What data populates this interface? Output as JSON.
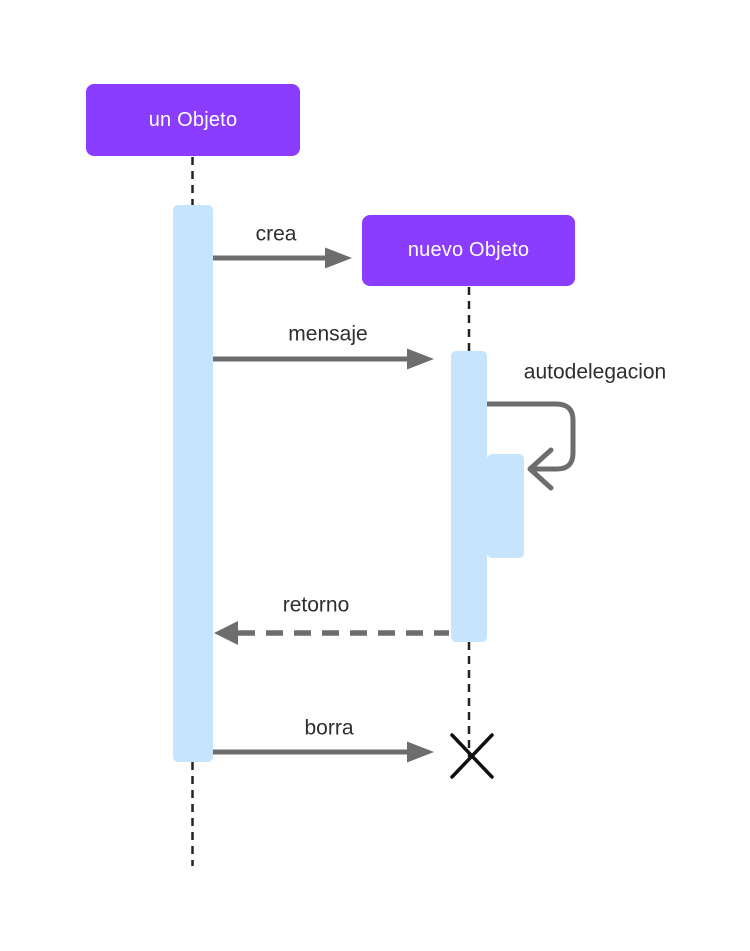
{
  "diagram": {
    "type": "uml-sequence-diagram",
    "actors": {
      "a": {
        "label": "un Objeto"
      },
      "b": {
        "label": "nuevo Objeto"
      }
    },
    "messages": {
      "crea": {
        "label": "crea",
        "style": "solid-arrow"
      },
      "mensaje": {
        "label": "mensaje",
        "style": "solid-arrow"
      },
      "autodelegacion": {
        "label": "autodelegacion",
        "style": "self-call-loop"
      },
      "retorno": {
        "label": "retorno",
        "style": "dashed-return-arrow"
      },
      "borra": {
        "label": "borra",
        "style": "solid-arrow-to-destruction"
      }
    },
    "colors": {
      "actor_fill": "#8b3dff",
      "actor_text": "#ffffff",
      "activation_fill": "#c7e4fd",
      "arrow": "#6d6d6d",
      "label_text": "#2e2e2e",
      "lifeline": "#222222",
      "destroy_x": "#111111",
      "background": "#ffffff"
    }
  }
}
